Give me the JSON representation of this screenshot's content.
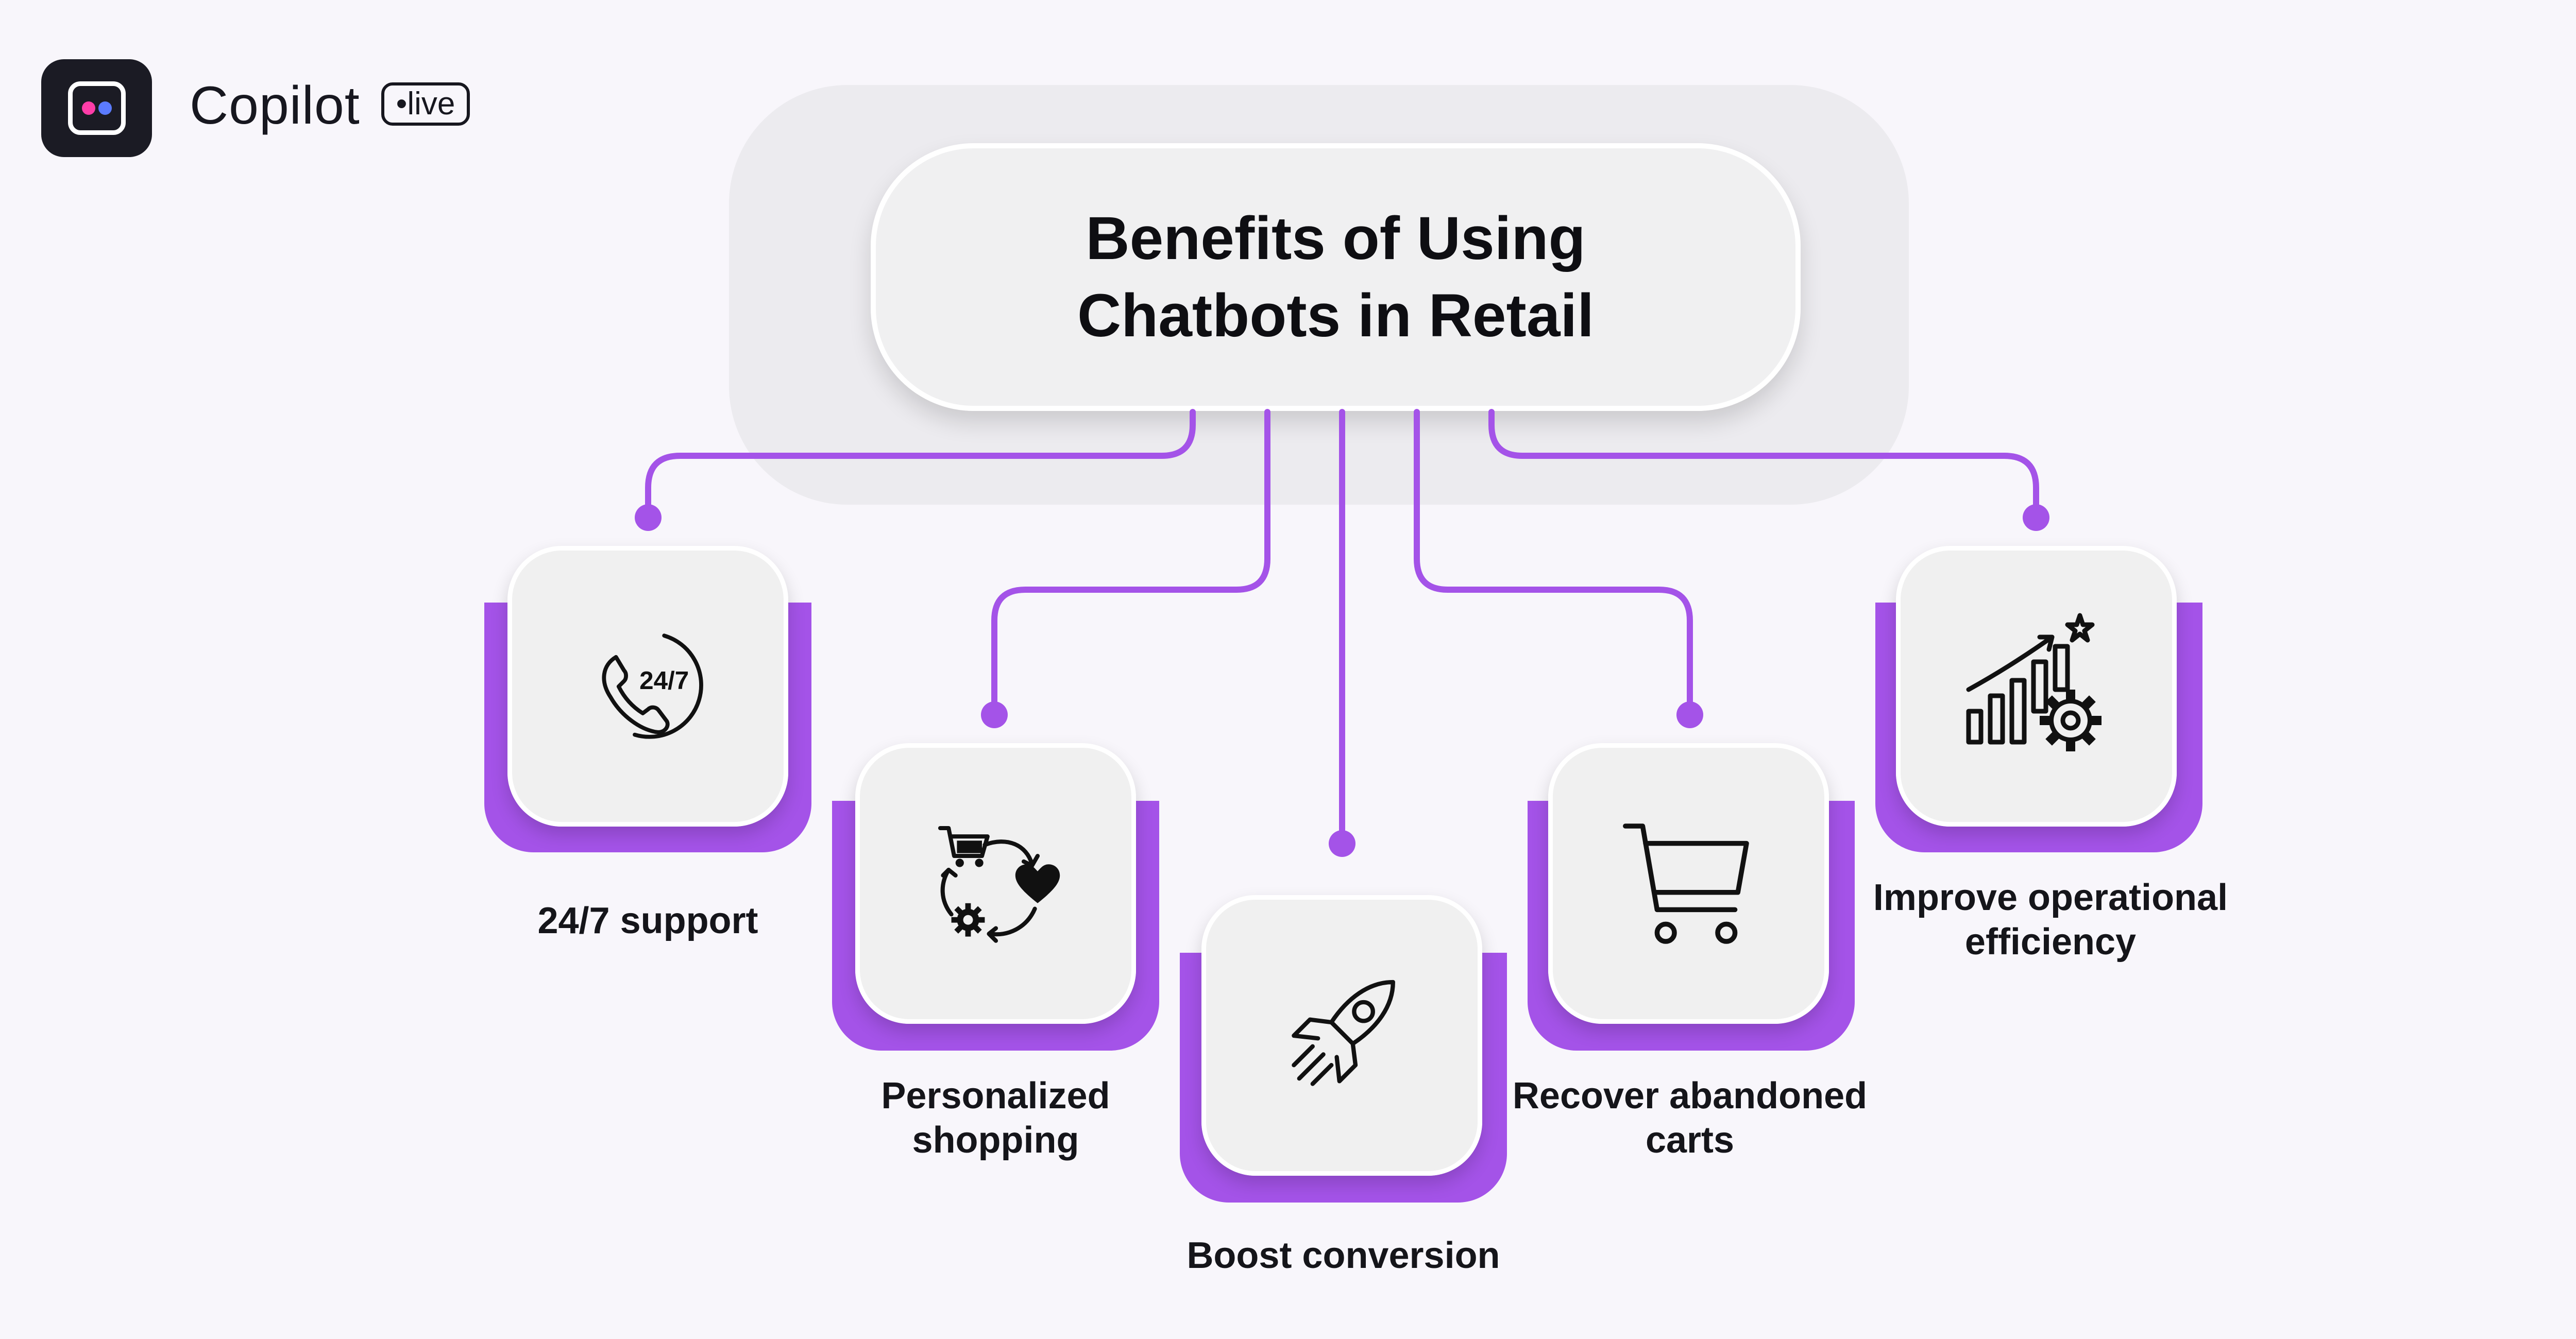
{
  "brand": {
    "name": "Copilot",
    "badge": "live",
    "colors": {
      "accent": "#a453e8",
      "logo_bg": "#1b1b24",
      "dot_pink": "#ff3da8",
      "dot_blue": "#5b7bff"
    }
  },
  "title": "Benefits of Using Chatbots in Retail",
  "benefits": [
    {
      "label": "24/7 support",
      "icon": "phone-24-7-icon",
      "icon_text": "24/7"
    },
    {
      "label": "Personalized shopping",
      "icon": "cart-heart-cycle-icon"
    },
    {
      "label": "Boost conversion",
      "icon": "rocket-icon"
    },
    {
      "label": "Recover abandoned carts",
      "icon": "shopping-cart-icon"
    },
    {
      "label": "Improve operational efficiency",
      "icon": "growth-chart-gear-icon"
    }
  ]
}
